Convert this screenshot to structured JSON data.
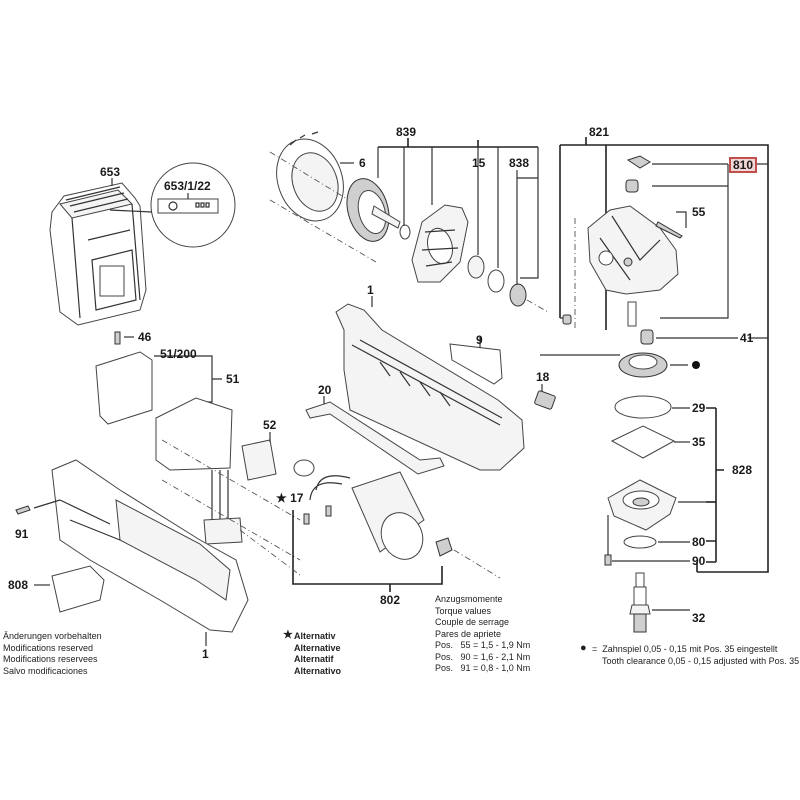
{
  "diagram": {
    "title": "Exploded parts diagram - cordless angle grinder",
    "highlight_color": "#c0504d",
    "part_labels": {
      "p653": "653",
      "p653_1_22": "653/1/22",
      "p839": "839",
      "p6": "6",
      "p15": "15",
      "p838": "838",
      "p821": "821",
      "p810": "810",
      "p55": "55",
      "p46": "46",
      "p51_200": "51/200",
      "p51": "51",
      "p1_top": "1",
      "p9": "9",
      "p18": "18",
      "p41": "41",
      "p20": "20",
      "p52": "52",
      "p17": "17",
      "p29": "29",
      "p35": "35",
      "p828": "828",
      "p91": "91",
      "p80": "80",
      "p90": "90",
      "p808": "808",
      "p802": "802",
      "p32": "32",
      "p1_bottom": "1"
    },
    "star_symbol": "★",
    "dot_symbol": "●",
    "modifications_note": [
      "Änderungen vorbehalten",
      "Modifications reserved",
      "Modifications reservees",
      "Salvo modificaciones"
    ],
    "alternative_note": [
      "Alternativ",
      "Alternative",
      "Alternatif",
      "Alternativo"
    ],
    "torque_note": {
      "headings": [
        "Anzugsmomente",
        "Torque values",
        "Couple de serrage",
        "Pares de apriete"
      ],
      "rows": [
        "Pos.   55 = 1,5 - 1,9 Nm",
        "Pos.   90 = 1,6 - 2,1 Nm",
        "Pos.   91 = 0,8 - 1,0 Nm"
      ]
    },
    "tooth_clearance_note": [
      "=  Zahnspiel 0,05 - 0,15 mit Pos. 35 eingestellt",
      "Tooth clearance 0,05 - 0,15 adjusted with Pos. 35"
    ]
  }
}
